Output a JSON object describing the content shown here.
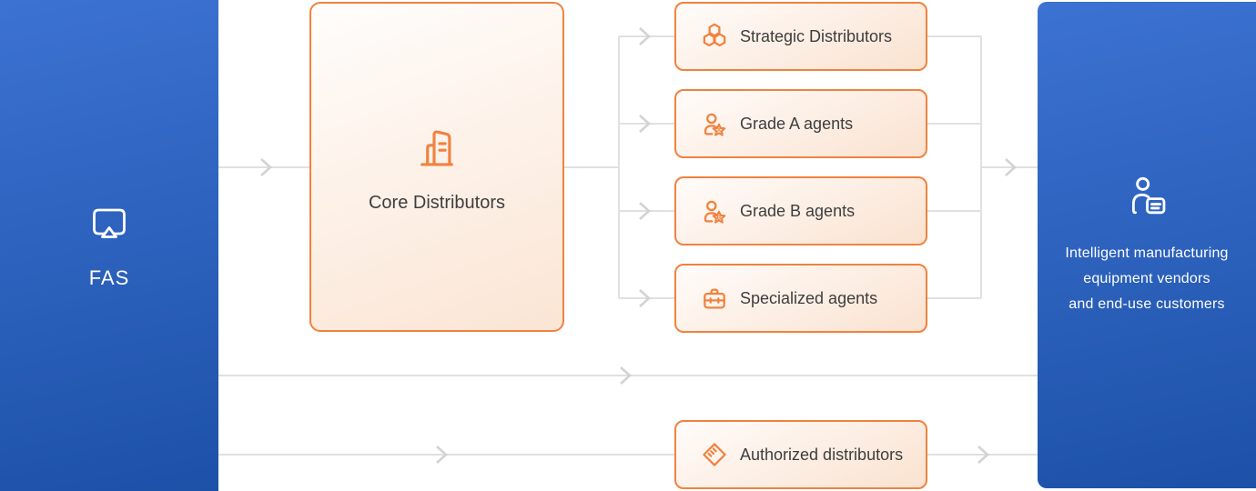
{
  "left_panel": {
    "label": "FAS",
    "icon": "screen-share-icon"
  },
  "core_box": {
    "label": "Core Distributors",
    "icon": "building-icon"
  },
  "channel_boxes": [
    {
      "label": "Strategic Distributors",
      "icon": "hexagon-cluster-icon"
    },
    {
      "label": "Grade A agents",
      "icon": "agent-star-icon",
      "badge_letter": "A"
    },
    {
      "label": "Grade B agents",
      "icon": "agent-star-icon",
      "badge_letter": "B"
    },
    {
      "label": "Specialized agents",
      "icon": "briefcase-icon"
    }
  ],
  "authorized_box": {
    "label": "Authorized distributors",
    "icon": "handshake-icon"
  },
  "right_panel": {
    "icon": "customer-id-icon",
    "lines": [
      "Intelligent manufacturing",
      "equipment vendors",
      "and end-use customers"
    ]
  },
  "colors": {
    "accent_orange": "#F0823F",
    "panel_blue_top": "#3C72D2",
    "panel_blue_bottom": "#1D51A8",
    "connector_gray": "#E0E0E0",
    "arrow_gray": "#D3D3D3",
    "box_text": "#3E3E3E"
  }
}
